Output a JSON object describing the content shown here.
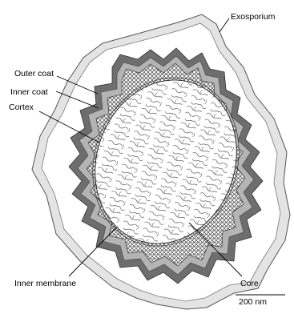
{
  "labels": {
    "exosporium": "Exosporium",
    "outer_coat": "Outer coat",
    "inner_coat": "Inner coat",
    "cortex": "Cortex",
    "inner_membrane": "Inner membrane",
    "core": "Core"
  },
  "scale_bar": {
    "label": "200 nm"
  }
}
